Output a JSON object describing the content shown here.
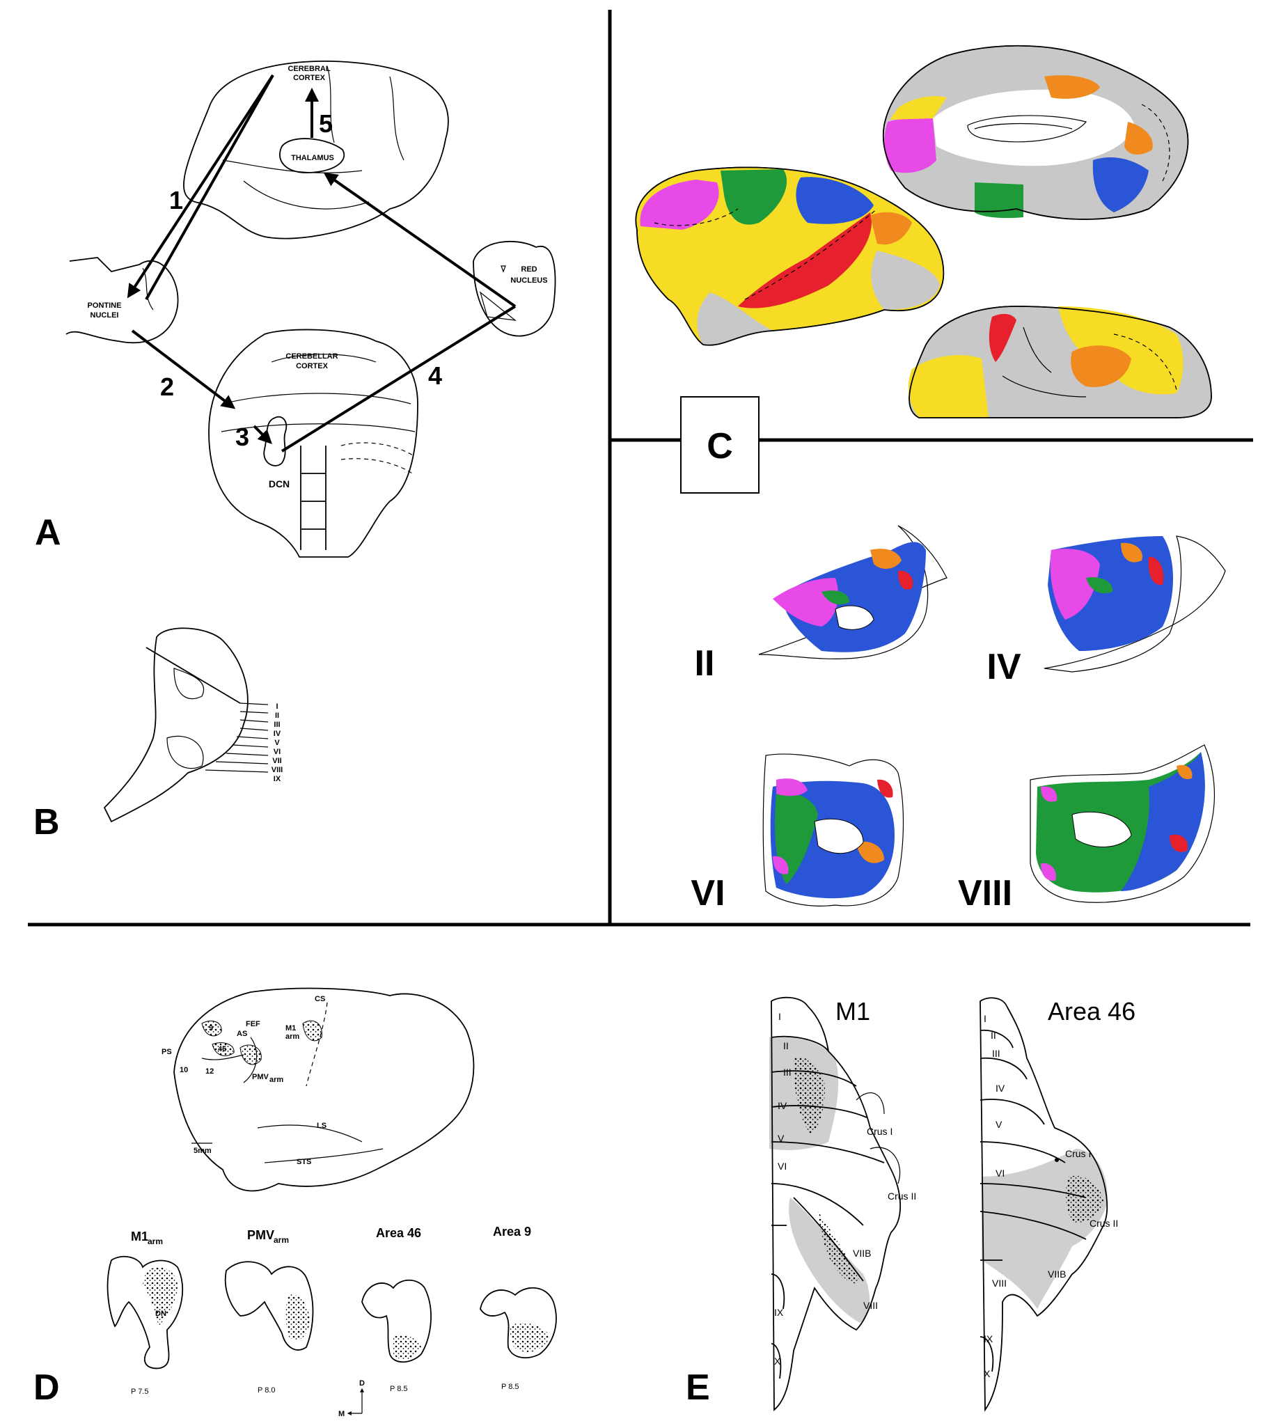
{
  "panels": {
    "A": {
      "letter": "A",
      "labels": {
        "cerebral_cortex_1": "CEREBRAL",
        "cerebral_cortex_2": "CORTEX",
        "thalamus": "THALAMUS",
        "pontine_1": "PONTINE",
        "pontine_2": "NUCLEI",
        "red_1": "RED",
        "red_2": "NUCLEUS",
        "cerebellar_1": "CEREBELLAR",
        "cerebellar_2": "CORTEX",
        "dcn": "DCN"
      },
      "steps": [
        "1",
        "2",
        "3",
        "4",
        "5"
      ]
    },
    "B": {
      "letter": "B",
      "lobules": [
        "I",
        "II",
        "III",
        "IV",
        "V",
        "VI",
        "VII",
        "VIII",
        "IX"
      ]
    },
    "C": {
      "letter": "C",
      "sections": [
        "II",
        "IV",
        "VI",
        "VIII"
      ],
      "colors": {
        "magenta": "#e84ae8",
        "green": "#1e9a3a",
        "blue": "#2a55d6",
        "red": "#e6202c",
        "orange": "#f08a1e",
        "yellow": "#f7dc26",
        "gray": "#c8c8c8"
      }
    },
    "D": {
      "letter": "D",
      "brain_labels": {
        "fef": "FEF",
        "m1": "M1",
        "m1_sub": "arm",
        "pmv": "PMV",
        "pmv_sub": "arm",
        "a46": "46",
        "a9": "9",
        "a10": "10",
        "a12": "12",
        "scale": "5mm",
        "cs": "CS",
        "ls": "LS",
        "sts": "STS",
        "ps": "PS",
        "ar": "AS"
      },
      "columns": [
        {
          "title": "M1",
          "sub": "arm",
          "pos": "P 7.5",
          "inner": "DN"
        },
        {
          "title": "PMV",
          "sub": "arm",
          "pos": "P 8.0",
          "inner": ""
        },
        {
          "title": "Area 46",
          "sub": "",
          "pos": "P 8.5",
          "inner": ""
        },
        {
          "title": "Area 9",
          "sub": "",
          "pos": "P 8.5",
          "inner": ""
        }
      ],
      "axis_d": "D",
      "axis_m": "M"
    },
    "E": {
      "letter": "E",
      "m1": {
        "title": "M1",
        "lobules": [
          "I",
          "II",
          "III",
          "IV",
          "V",
          "VI",
          "VIIB",
          "VIII",
          "IX",
          "X"
        ],
        "crus1": "Crus I",
        "crus2": "Crus II"
      },
      "a46": {
        "title": "Area 46",
        "lobules": [
          "I",
          "II",
          "III",
          "IV",
          "V",
          "VI",
          "VIII",
          "VIIB",
          "IX",
          "X"
        ],
        "crus1": "Crus I",
        "crus2": "Crus II"
      }
    }
  }
}
